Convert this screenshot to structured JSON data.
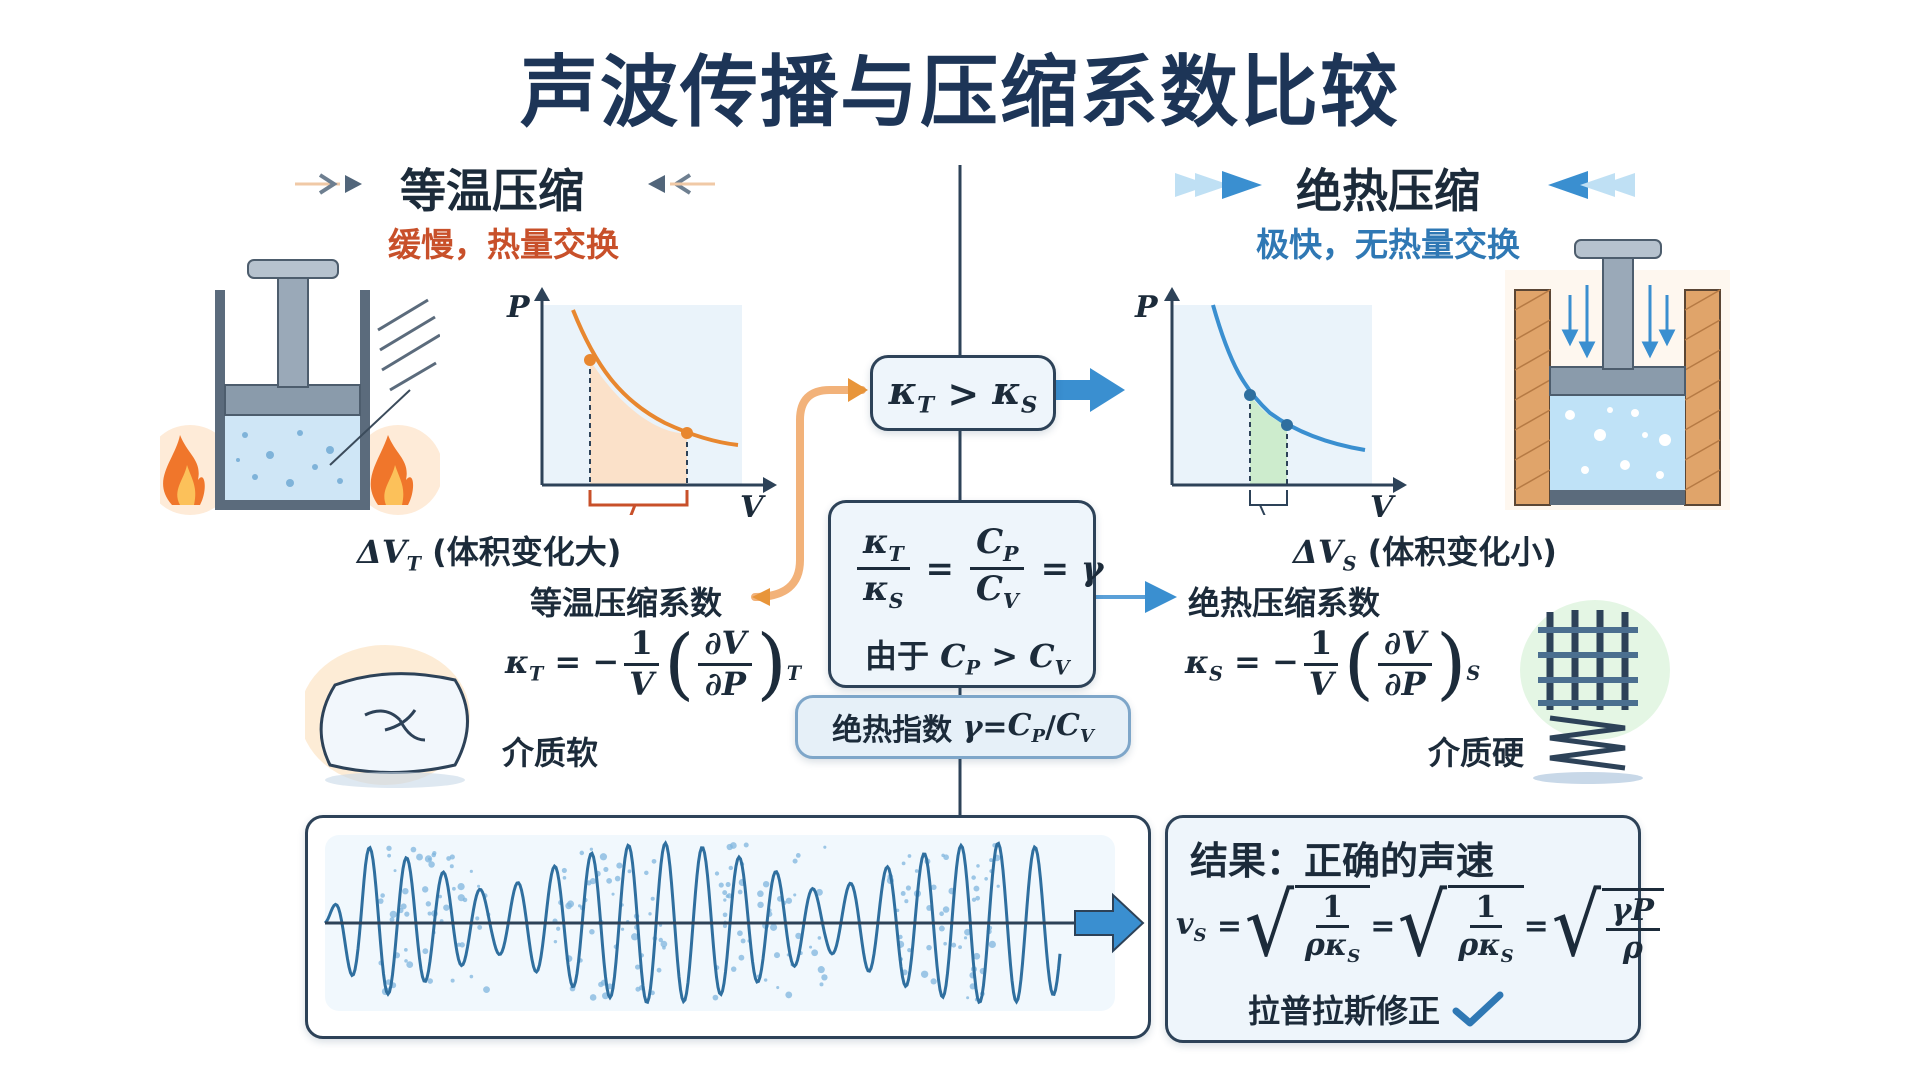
{
  "title": "声波传播与压缩系数比较",
  "isothermal": {
    "heading": "等温压缩",
    "subtitle": "缓慢，热量交换",
    "volume_change_label": "(体积变化大)",
    "coefficient_name": "等温压缩系数",
    "medium_label": "介质软"
  },
  "adiabatic": {
    "heading": "绝热压缩",
    "subtitle": "极快，无热量交换",
    "volume_change_label": "(体积变化小)",
    "coefficient_name": "绝热压缩系数",
    "medium_label": "介质硬"
  },
  "graph": {
    "p_label": "P",
    "v_label": "V"
  },
  "center": {
    "because_text": "由于",
    "gamma_label": "绝热指数"
  },
  "result": {
    "heading": "结果：正确的声速",
    "correction_label": "拉普拉斯修正"
  },
  "colors": {
    "warm": "#e07a2e",
    "cool": "#3a8fd0",
    "dark": "#2d4258",
    "title": "#1d3557"
  },
  "icons": [
    "flame-icon",
    "pillow-icon",
    "spring-icon",
    "checkmark-icon",
    "arrow-right-icon"
  ]
}
